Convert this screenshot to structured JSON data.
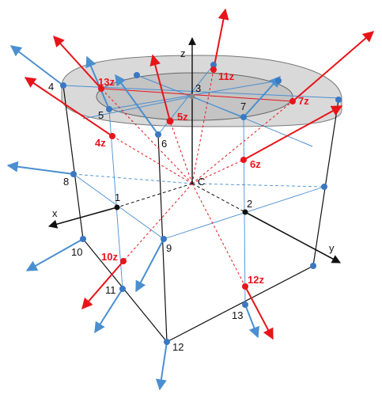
{
  "colors": {
    "blue": "#4a8fd0",
    "blue_dot": "#3a78c2",
    "red": "#e8141a",
    "black": "#111111",
    "disc_fill": "#c9c9c9",
    "disc_outer": "#d9d9d9"
  },
  "center_label": "C",
  "axes": {
    "x": "x",
    "y": "y",
    "z": "z"
  },
  "node_labels": {
    "n1": "1",
    "n2": "2",
    "n3": "3",
    "n4": "4",
    "n5": "5",
    "n6": "6",
    "n7": "7",
    "n8": "8",
    "n9": "9",
    "n10": "10",
    "n11": "11",
    "n12": "12",
    "n13": "13"
  },
  "red_labels": {
    "r4z": "4z",
    "r5z": "5z",
    "r6z": "6z",
    "r7z": "7z",
    "r10z": "10z",
    "r11z": "11z",
    "r12z": "12z",
    "r13z": "13z"
  }
}
